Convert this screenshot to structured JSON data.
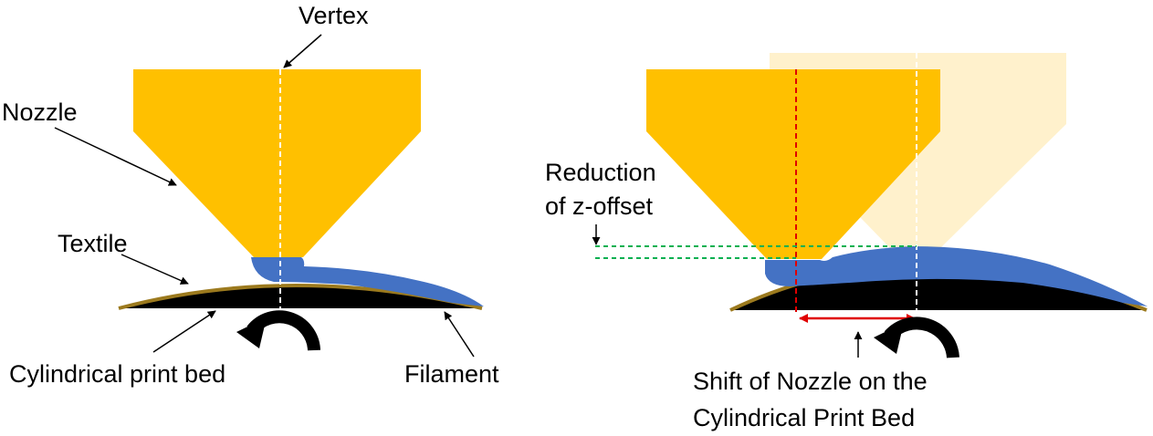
{
  "labels": {
    "vertex": "Vertex",
    "nozzle": "Nozzle",
    "textile": "Textile",
    "cylindrical_print_bed": "Cylindrical print bed",
    "filament": "Filament",
    "reduction_line1": "Reduction",
    "reduction_line2": "of z-offset",
    "shift_line1": "Shift of Nozzle on the",
    "shift_line2": "Cylindrical Print Bed"
  },
  "colors": {
    "nozzle": "#FFC000",
    "nozzle_ghost": "#FFF1CC",
    "filament": "#4472C4",
    "bed": "#000000",
    "textile": "#9C7A1E",
    "center_line_white": "#FFFFFF",
    "center_line_red": "#E00000",
    "offset_lines": "#00B050",
    "shift_arrow": "#E00000"
  },
  "icons": {
    "rotation": "counter-clockwise-arrow-icon"
  }
}
